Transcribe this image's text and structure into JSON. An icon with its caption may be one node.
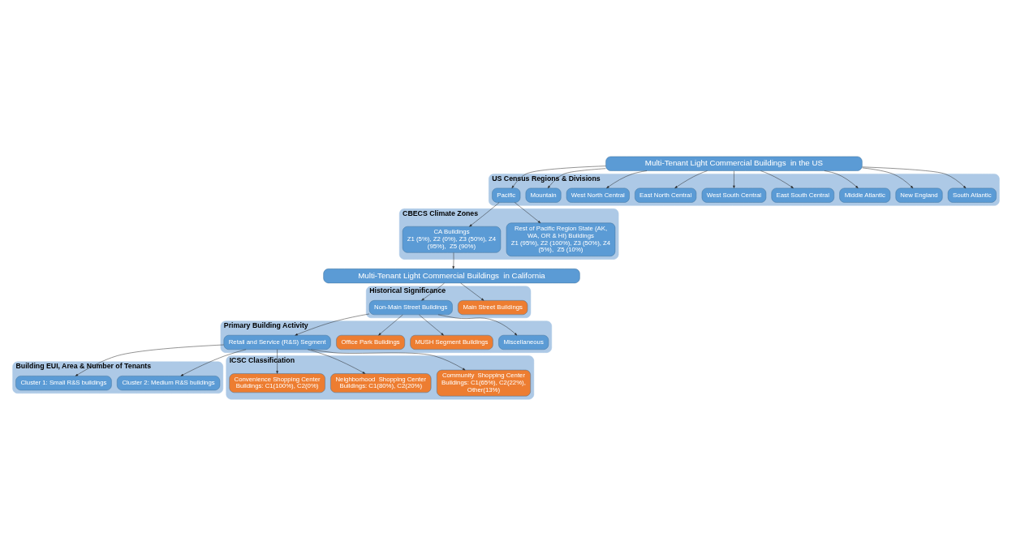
{
  "diagram": {
    "nodes": [
      {
        "text": [
          "Multi-Tenant Light Commercial Buildings  in the US"
        ]
      },
      {
        "text": [
          "US Census Regions & Divisions"
        ]
      },
      {
        "text": [
          "Pacific"
        ],
        "in": 1
      },
      {
        "text": [
          "Mountain"
        ],
        "in": 1
      },
      {
        "text": [
          "West North Central"
        ],
        "in": 1
      },
      {
        "text": [
          "East North Central"
        ],
        "in": 1
      },
      {
        "text": [
          "West South Central"
        ],
        "in": 1
      },
      {
        "text": [
          "East South Central"
        ],
        "in": 1
      },
      {
        "text": [
          "Middle Atlantic"
        ],
        "in": 1
      },
      {
        "text": [
          "New England"
        ],
        "in": 1
      },
      {
        "text": [
          "South Atlantic"
        ],
        "in": 1
      },
      {
        "text": [
          "CBECS Climate Zones"
        ]
      },
      {
        "text": [
          "CA Buildings",
          "Z1 (5%), Z2 (0%), Z3 (50%), Z4 (95%),  Z5 (90%)"
        ],
        "in": 11
      },
      {
        "text": [
          "Rest of Pacific Region State (AK, WA, OR & HI) Buildings",
          "Z1 (95%), Z2 (100%), Z3 (50%), Z4 (5%),  Z5 (10%)"
        ],
        "in": 11
      },
      {
        "text": [
          "Multi-Tenant Light Commercial Buildings  in California"
        ]
      },
      {
        "text": [
          "Historical Significance"
        ]
      },
      {
        "text": [
          "Non-Main Street Buildings"
        ],
        "in": 15
      },
      {
        "text": [
          "Main Street Buildings"
        ],
        "in": 15
      },
      {
        "text": [
          "Primary Building Activity"
        ]
      },
      {
        "text": [
          "Retail and Service (R&S) Segment"
        ],
        "in": 18
      },
      {
        "text": [
          "Office Park Buildings"
        ],
        "in": 18
      },
      {
        "text": [
          "MUSH Segment Buildings"
        ],
        "in": 18
      },
      {
        "text": [
          "Miscellaneous"
        ],
        "in": 18
      },
      {
        "text": [
          "Building EUI, Area & Number of Tenants"
        ]
      },
      {
        "text": [
          "Cluster 1: Small R&S buildings"
        ],
        "in": 23
      },
      {
        "text": [
          "Cluster 2: Medium R&S buildings"
        ],
        "in": 23
      },
      {
        "text": [
          "ICSC Classification"
        ]
      },
      {
        "text": [
          "Convenience Shopping Center Buildings: C1(100%), C2(0%)"
        ],
        "in": 26
      },
      {
        "text": [
          "Neighborhood  Shopping Center Buildings: C1(80%), C2(20%)"
        ],
        "in": 26
      },
      {
        "text": [
          "Community  Shopping Center Buildings: C1(65%), C2(22%), Other(13%)"
        ],
        "in": 26
      }
    ],
    "edges": [
      {
        "from": 0,
        "to": 2,
        "arrow": "to"
      },
      {
        "from": 0,
        "to": 3,
        "arrow": "to"
      },
      {
        "from": 0,
        "to": 4,
        "arrow": "to"
      },
      {
        "from": 0,
        "to": 5,
        "arrow": "to"
      },
      {
        "from": 0,
        "to": 6,
        "arrow": "to"
      },
      {
        "from": 0,
        "to": 7,
        "arrow": "to"
      },
      {
        "from": 0,
        "to": 8,
        "arrow": "to"
      },
      {
        "from": 0,
        "to": 9,
        "arrow": "to"
      },
      {
        "from": 0,
        "to": 10,
        "arrow": "to"
      },
      {
        "from": 2,
        "to": 12,
        "arrow": "to"
      },
      {
        "from": 2,
        "to": 13,
        "arrow": "to"
      },
      {
        "from": 12,
        "to": 14,
        "arrow": "to"
      },
      {
        "from": 14,
        "to": 16,
        "arrow": "to"
      },
      {
        "from": 14,
        "to": 17,
        "arrow": "to"
      },
      {
        "from": 16,
        "to": 19,
        "arrow": "to"
      },
      {
        "from": 16,
        "to": 20,
        "arrow": "to"
      },
      {
        "from": 16,
        "to": 21,
        "arrow": "to"
      },
      {
        "from": 16,
        "to": 22,
        "arrow": "to"
      },
      {
        "from": 19,
        "to": 24,
        "arrow": "to"
      },
      {
        "from": 19,
        "to": 25,
        "arrow": "to"
      },
      {
        "from": 19,
        "to": 27,
        "arrow": "to"
      },
      {
        "from": 19,
        "to": 28,
        "arrow": "to"
      },
      {
        "from": 19,
        "to": 29,
        "arrow": "to"
      }
    ]
  }
}
